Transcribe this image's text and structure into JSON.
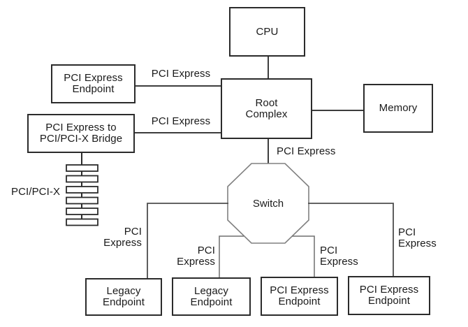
{
  "diagram": {
    "type": "block-diagram",
    "subject": "PCI Express topology",
    "nodes": {
      "cpu": {
        "lines": [
          "CPU"
        ]
      },
      "root_complex": {
        "lines": [
          "Root",
          "Complex"
        ]
      },
      "memory": {
        "lines": [
          "Memory"
        ]
      },
      "pcie_endpoint_left": {
        "lines": [
          "PCI Express",
          "Endpoint"
        ]
      },
      "bridge": {
        "lines": [
          "PCI Express to",
          "PCI/PCI-X Bridge"
        ]
      },
      "switch": {
        "lines": [
          "Switch"
        ]
      },
      "legacy_endpoint_1": {
        "lines": [
          "Legacy",
          "Endpoint"
        ]
      },
      "legacy_endpoint_2": {
        "lines": [
          "Legacy",
          "Endpoint"
        ]
      },
      "pcie_endpoint_3": {
        "lines": [
          "PCI Express",
          "Endpoint"
        ]
      },
      "pcie_endpoint_4": {
        "lines": [
          "PCI Express",
          "Endpoint"
        ]
      }
    },
    "edge_labels": {
      "endpoint_to_rc": {
        "lines": [
          "PCI Express"
        ]
      },
      "bridge_to_rc": {
        "lines": [
          "PCI Express"
        ]
      },
      "rc_to_switch": {
        "lines": [
          "PCI Express"
        ]
      },
      "pci_bus": {
        "lines": [
          "PCI/PCI-X"
        ]
      },
      "switch_to_legacy_1": {
        "lines": [
          "PCI",
          "Express"
        ]
      },
      "switch_to_legacy_2": {
        "lines": [
          "PCI",
          "Express"
        ]
      },
      "switch_to_pcie_3": {
        "lines": [
          "PCI",
          "Express"
        ]
      },
      "switch_to_pcie_4": {
        "lines": [
          "PCI",
          "Express"
        ]
      }
    },
    "colors": {
      "background": "#ffffff",
      "box_border": "#2b2b2b",
      "connector": "#4d4d4d",
      "octagon_stroke": "#808080",
      "text": "#1a1a1a"
    }
  }
}
